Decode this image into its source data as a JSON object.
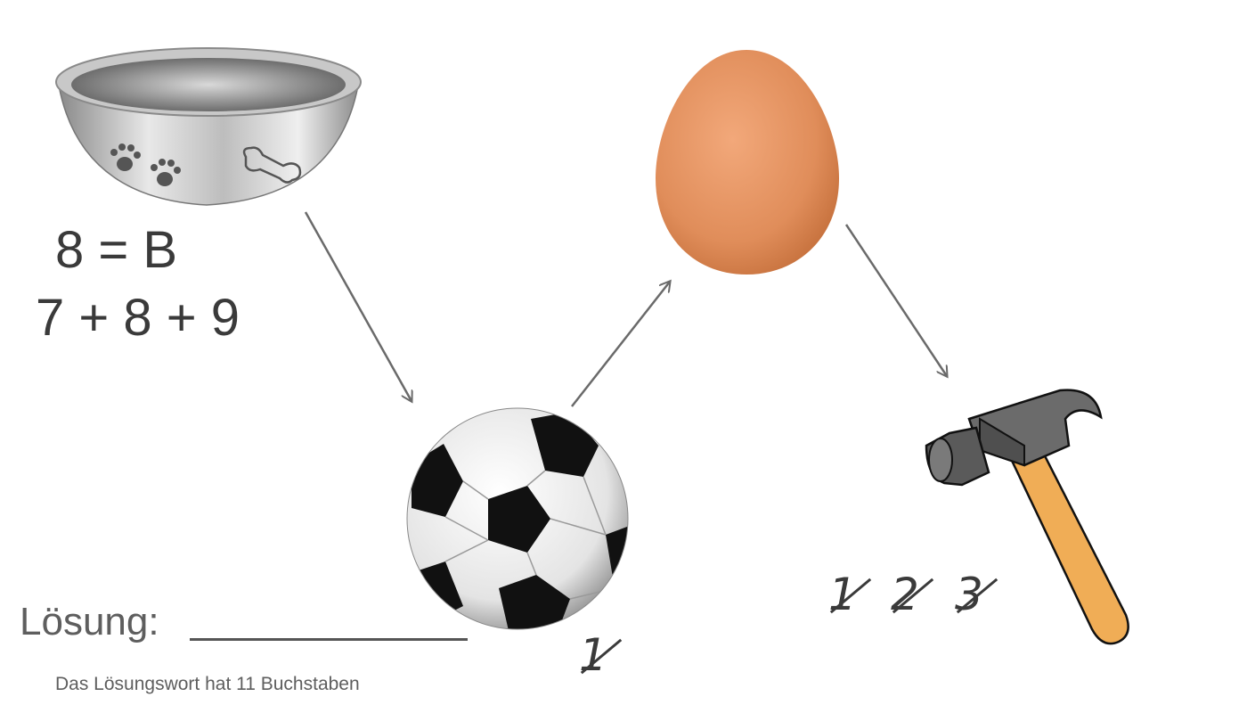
{
  "equations": {
    "line1": "8 = B",
    "line2": "7 + 8 + 9"
  },
  "solution": {
    "label": "Lösung:",
    "hint": "Das Lösungswort hat 11 Buchstaben"
  },
  "pictures": {
    "bowl": "dog-bowl-icon",
    "ball": "soccer-ball-icon",
    "egg": "egg-icon",
    "hammer": "hammer-icon"
  },
  "ball_numbers": [
    "1"
  ],
  "hammer_numbers": [
    "1",
    "2",
    "3"
  ]
}
